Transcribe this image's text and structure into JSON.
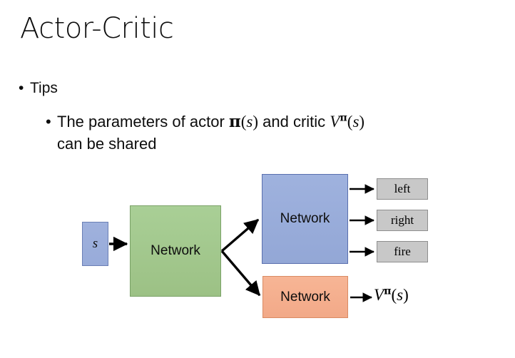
{
  "slide": {
    "title": "Actor-Critic",
    "bullets": [
      {
        "level": 1,
        "marker": "•",
        "text": "Tips"
      },
      {
        "level": 2,
        "marker": "•",
        "text_before_math1": "The parameters of actor ",
        "math1": "π(s)",
        "text_between": "  and critic ",
        "math2": "Vπ(s)",
        "text_line2": "can be shared"
      }
    ],
    "math_tokens": {
      "pi_symbol": "π",
      "v_symbol": "V",
      "s_symbol": "s",
      "open_paren": "(",
      "close_paren": ")"
    }
  },
  "diagram": {
    "input_box": {
      "label": "s",
      "color": "#98abd9",
      "border_color": "#6a7fb5"
    },
    "shared_network": {
      "label": "Network",
      "color": "#9cc185",
      "border_color": "#7aa267"
    },
    "actor_network": {
      "label": "Network",
      "color": "#93a7d6",
      "border_color": "#596fae"
    },
    "critic_network": {
      "label": "Network",
      "color": "#f2a988",
      "border_color": "#d98b63"
    },
    "actions": [
      {
        "label": "left"
      },
      {
        "label": "right"
      },
      {
        "label": "fire"
      }
    ],
    "action_box_color": "#c8c8c8",
    "action_box_border": "#8e8e8e",
    "critic_output": {
      "label": "Vπ(s)"
    },
    "arrow_color": "#000000"
  }
}
